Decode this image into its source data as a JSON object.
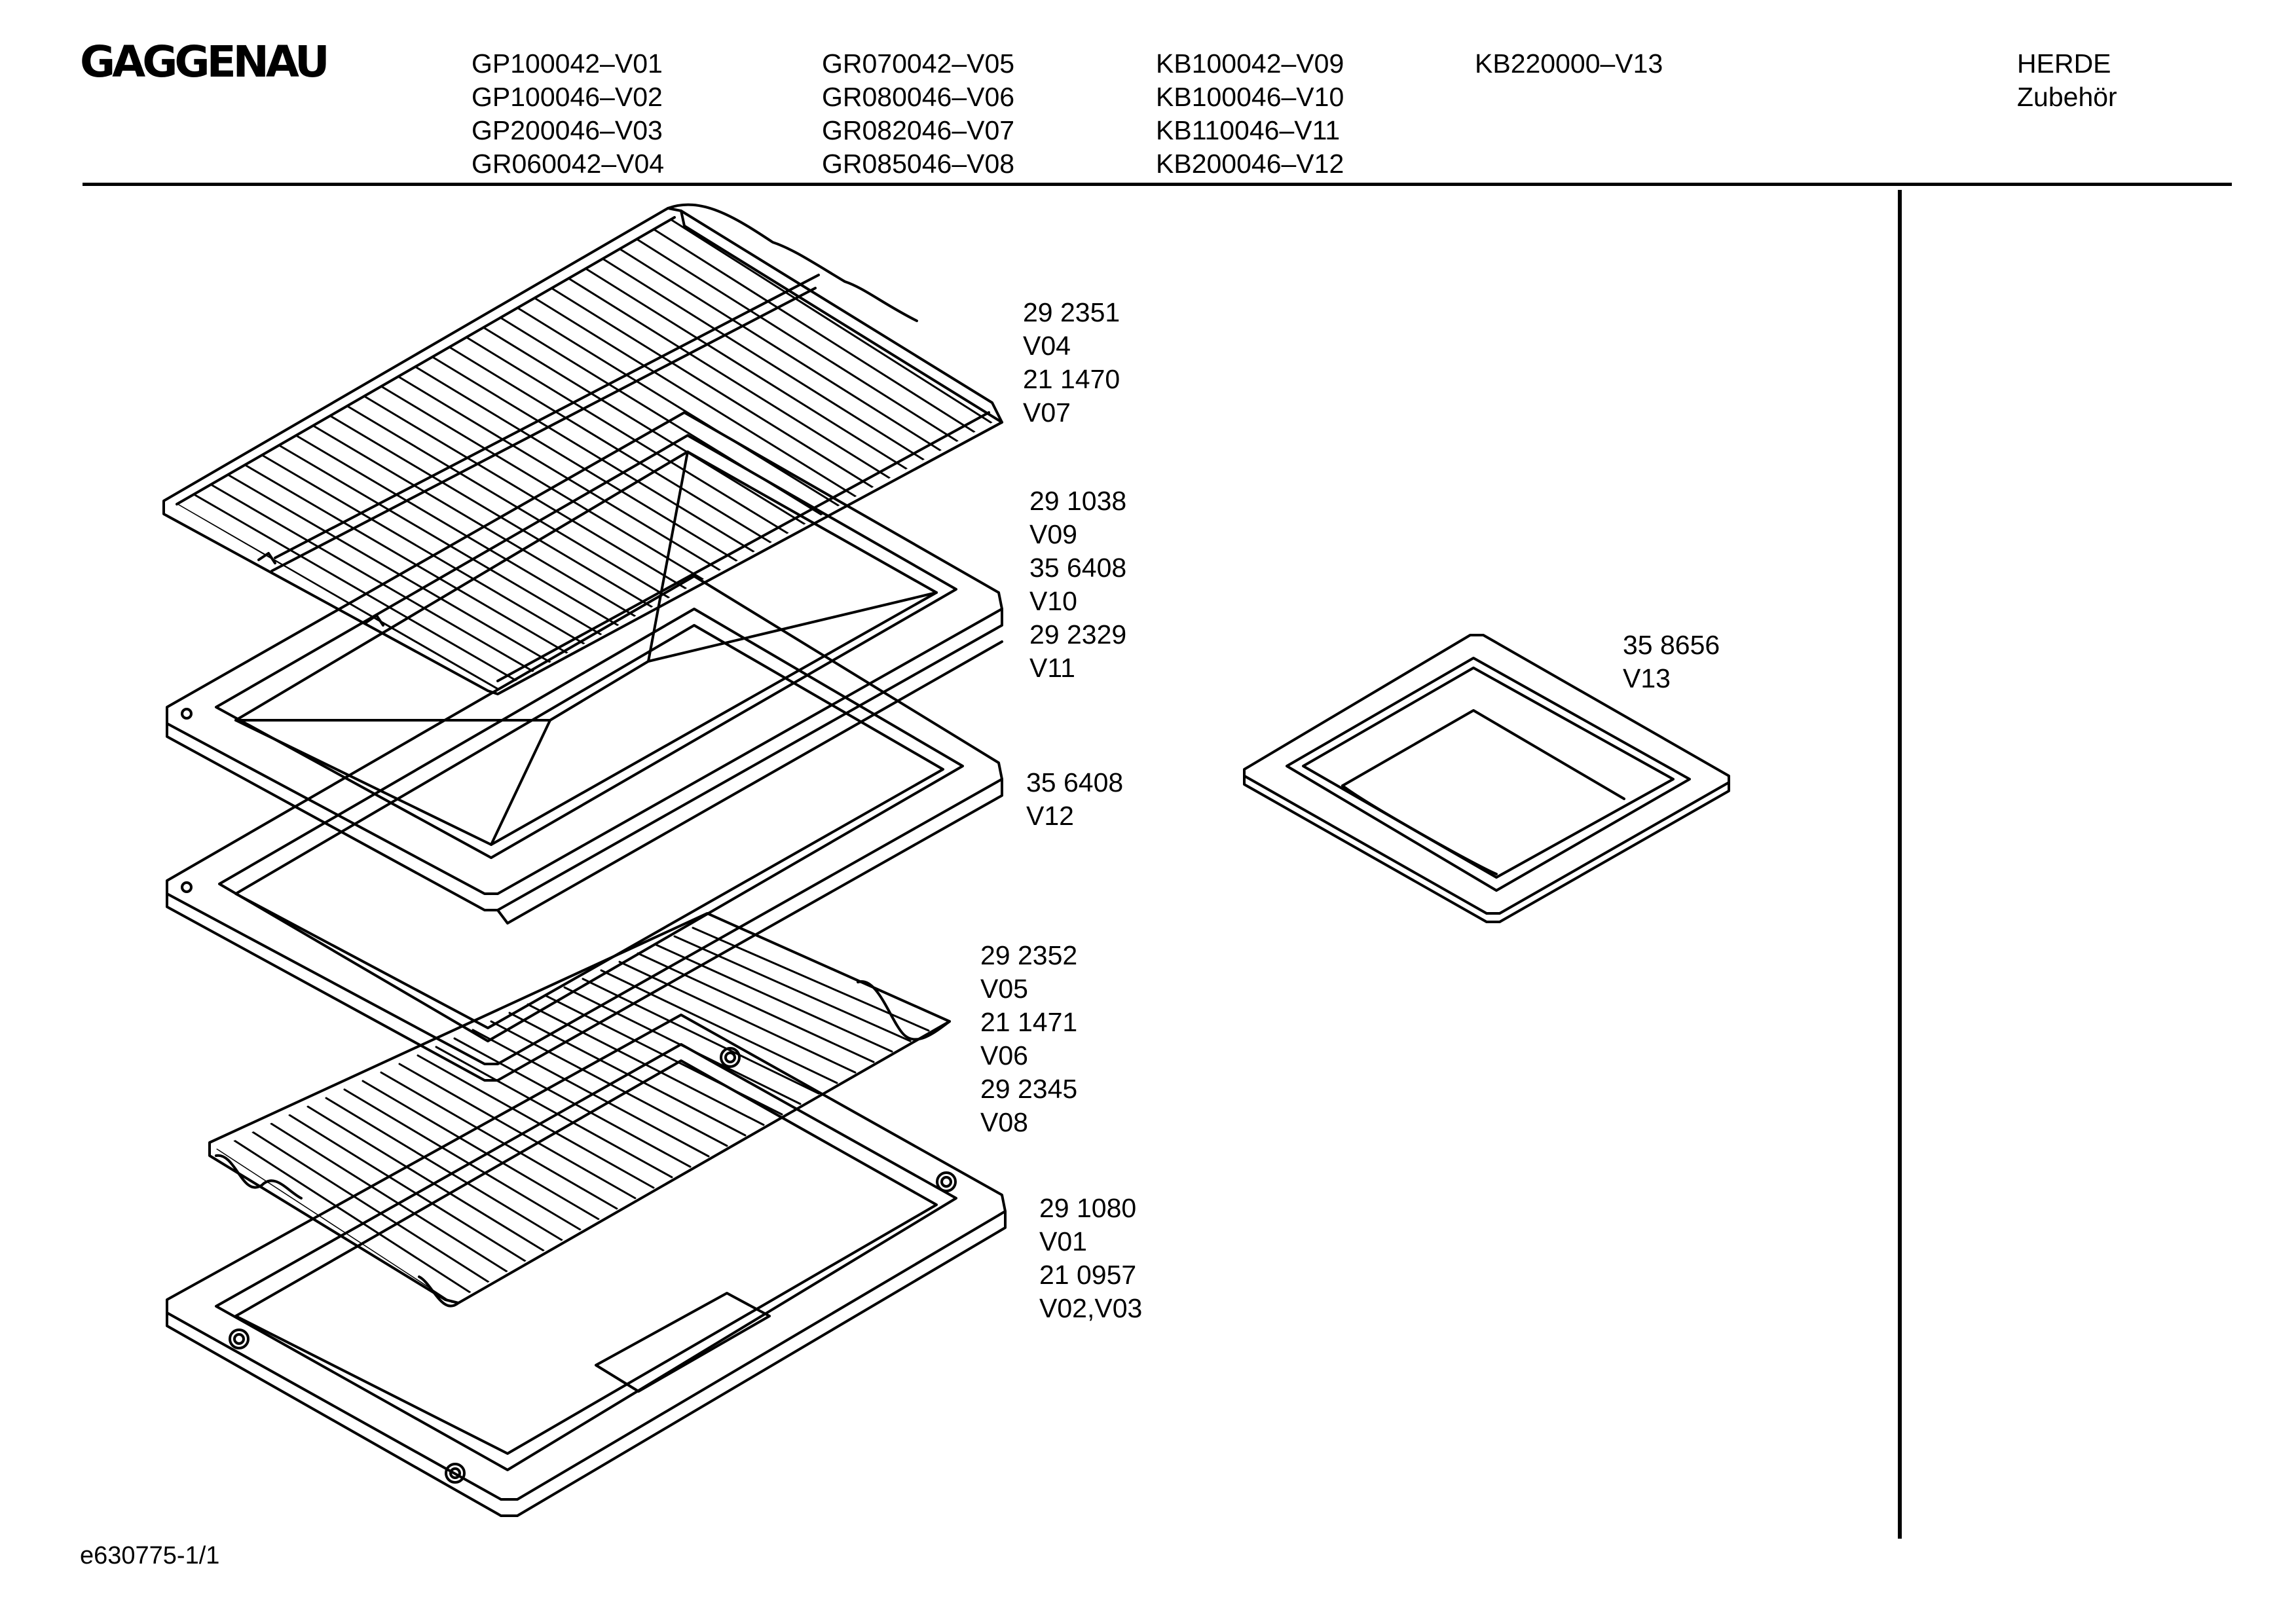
{
  "header": {
    "brand": "GAGGENAU",
    "model_columns": [
      [
        "GP100042–V01",
        "GP100046–V02",
        "GP200046–V03",
        "GR060042–V04"
      ],
      [
        "GR070042–V05",
        "GR080046–V06",
        "GR082046–V07",
        "GR085046–V08"
      ],
      [
        "KB100042–V09",
        "KB100046–V10",
        "KB110046–V11",
        "KB200046–V12"
      ],
      [
        "KB220000–V13"
      ]
    ],
    "category": "HERDE",
    "subcategory": "Zubehör"
  },
  "parts": [
    {
      "lines": [
        "29 2351",
        "V04",
        "21 1470",
        "V07"
      ]
    },
    {
      "lines": [
        "29 1038",
        "V09",
        "35 6408",
        "V10",
        "29 2329",
        "V11"
      ]
    },
    {
      "lines": [
        "35 6408",
        "V12"
      ]
    },
    {
      "lines": [
        "29 2352",
        "V05",
        "21 1471",
        "V06",
        "29 2345",
        "V08"
      ]
    },
    {
      "lines": [
        "29 1080",
        "V01",
        "21 0957",
        "V02,V03"
      ]
    },
    {
      "lines": [
        "35 8656",
        "V13"
      ]
    }
  ],
  "footer": {
    "drawing_id": "e630775-1/1"
  }
}
